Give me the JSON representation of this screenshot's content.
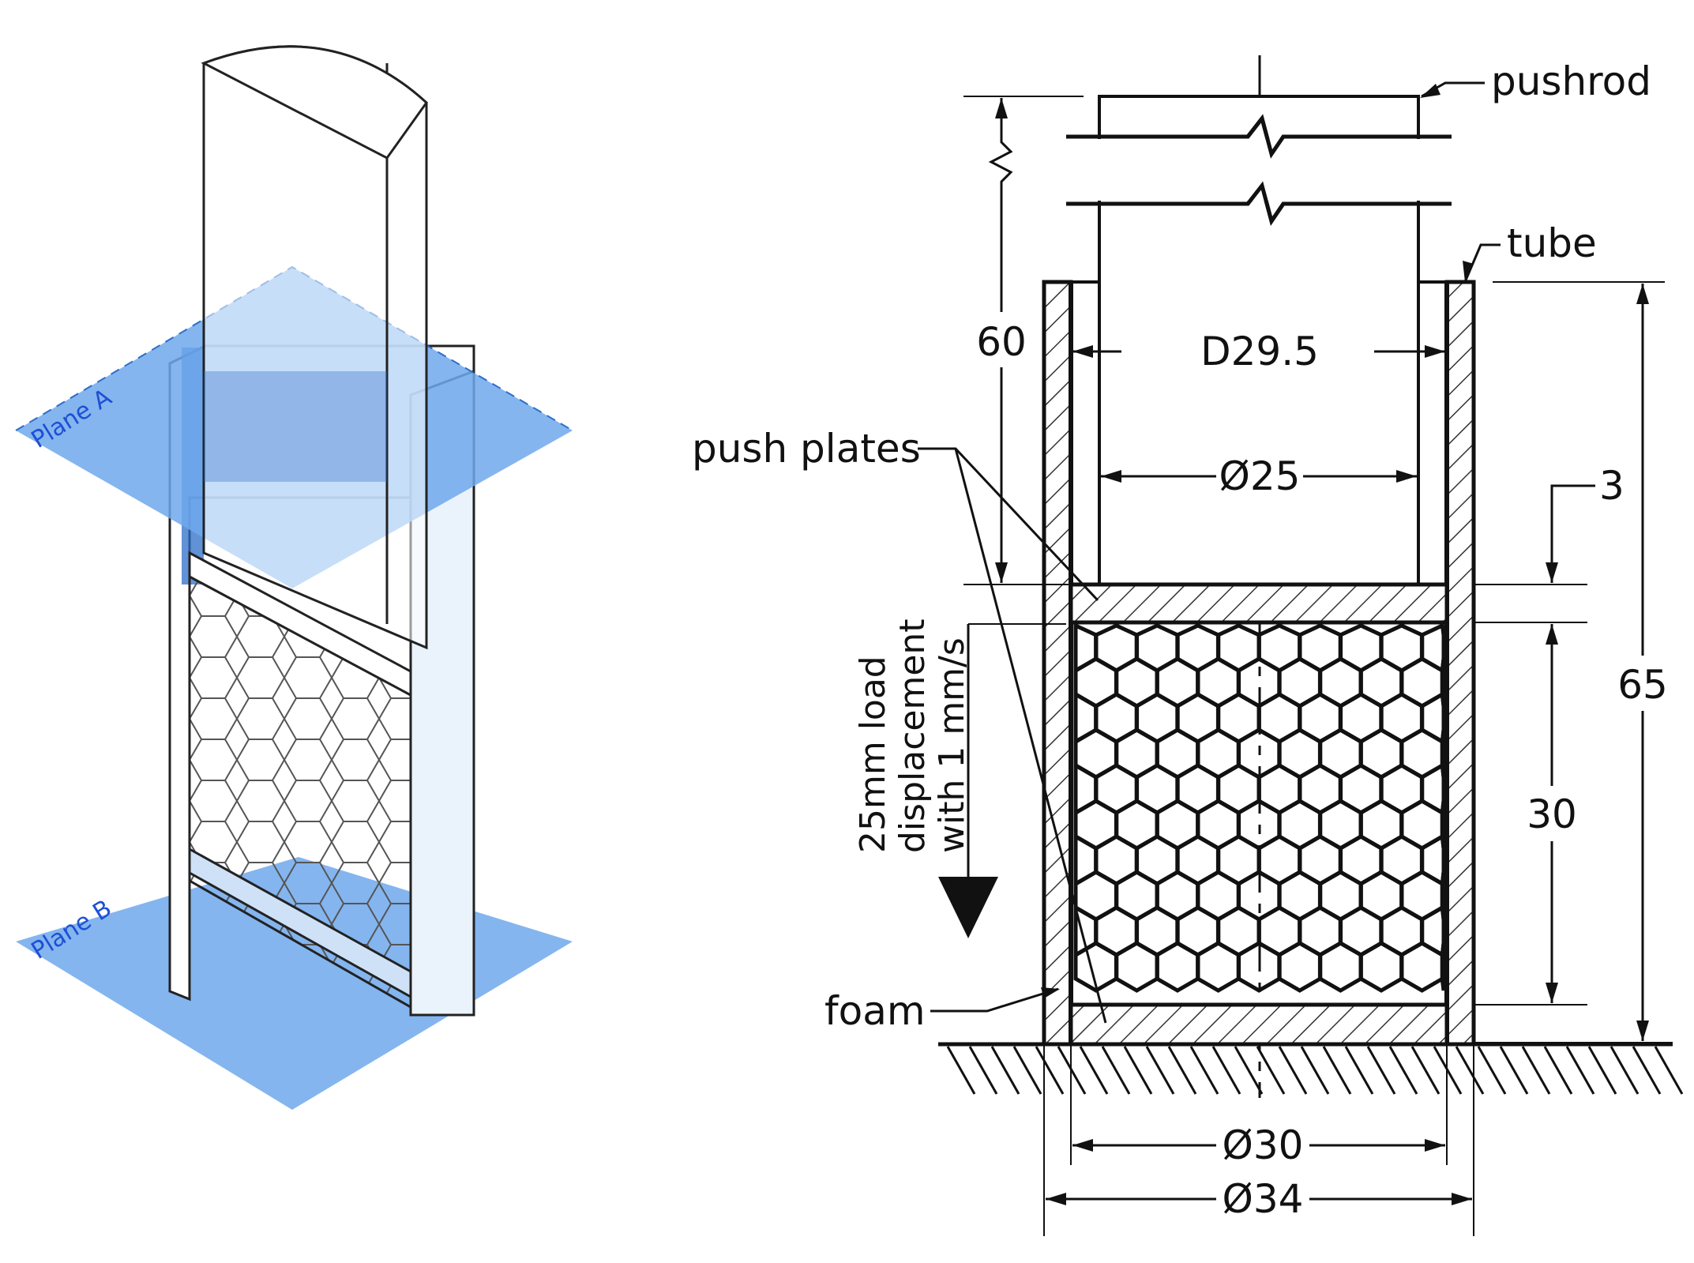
{
  "left_view": {
    "plane_a_label": "Plane A",
    "plane_b_label": "Plane B"
  },
  "right_view": {
    "pushrod_label": "pushrod",
    "tube_label": "tube",
    "push_plates_label": "push plates",
    "foam_label": "foam",
    "load_note_line1": "25mm load",
    "load_note_line2": "displacement",
    "load_note_line3": "with 1 mm/s",
    "dims": {
      "d_pushrod_guide": "D29.5",
      "d_pushrod": "Ø25",
      "d_inner": "Ø30",
      "d_outer": "Ø34",
      "h_total": "65",
      "h_stroke": "60",
      "h_foam": "30",
      "t_plate": "3"
    }
  },
  "colors": {
    "plane": "#6ea8ec",
    "plane_dark": "#2d6ec8",
    "line": "#111111",
    "label_blue": "#1e4fd6"
  }
}
